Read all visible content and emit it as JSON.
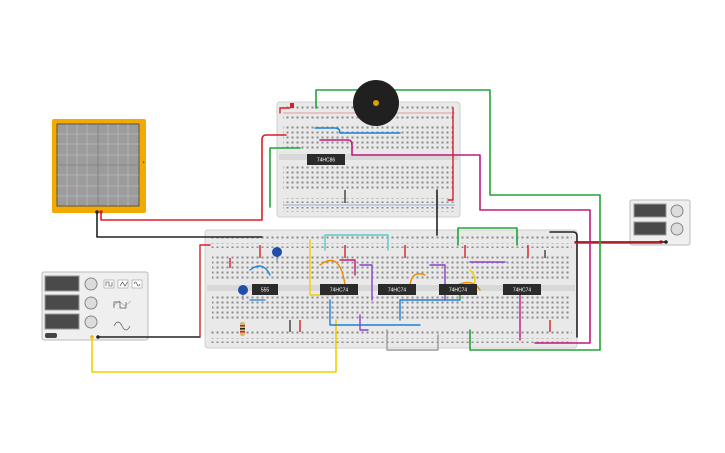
{
  "chips": {
    "top": "74HC86",
    "timer": "555",
    "counters": [
      "74HC74",
      "74HC74",
      "74HC74",
      "74HC74"
    ]
  },
  "colors": {
    "oscilloscope_frame": "#f2a900",
    "breadboard": "#e6e6e6",
    "chip": "#2b2b2b",
    "wire_red": "#d81f26",
    "wire_black": "#222222",
    "wire_green": "#22a33a",
    "wire_yellow": "#f0d000",
    "wire_blue": "#1f7fd8",
    "wire_purple": "#8a3fd1",
    "wire_magenta": "#c21a7a",
    "wire_orange": "#f08c00",
    "wire_cyan": "#5cc9c9",
    "wire_gray": "#9a9a9a"
  },
  "icons": {
    "oscilloscope": "oscilloscope-icon",
    "power_supply": "power-supply-icon",
    "function_generator": "function-generator-icon",
    "buzzer": "piezo-buzzer-icon"
  }
}
